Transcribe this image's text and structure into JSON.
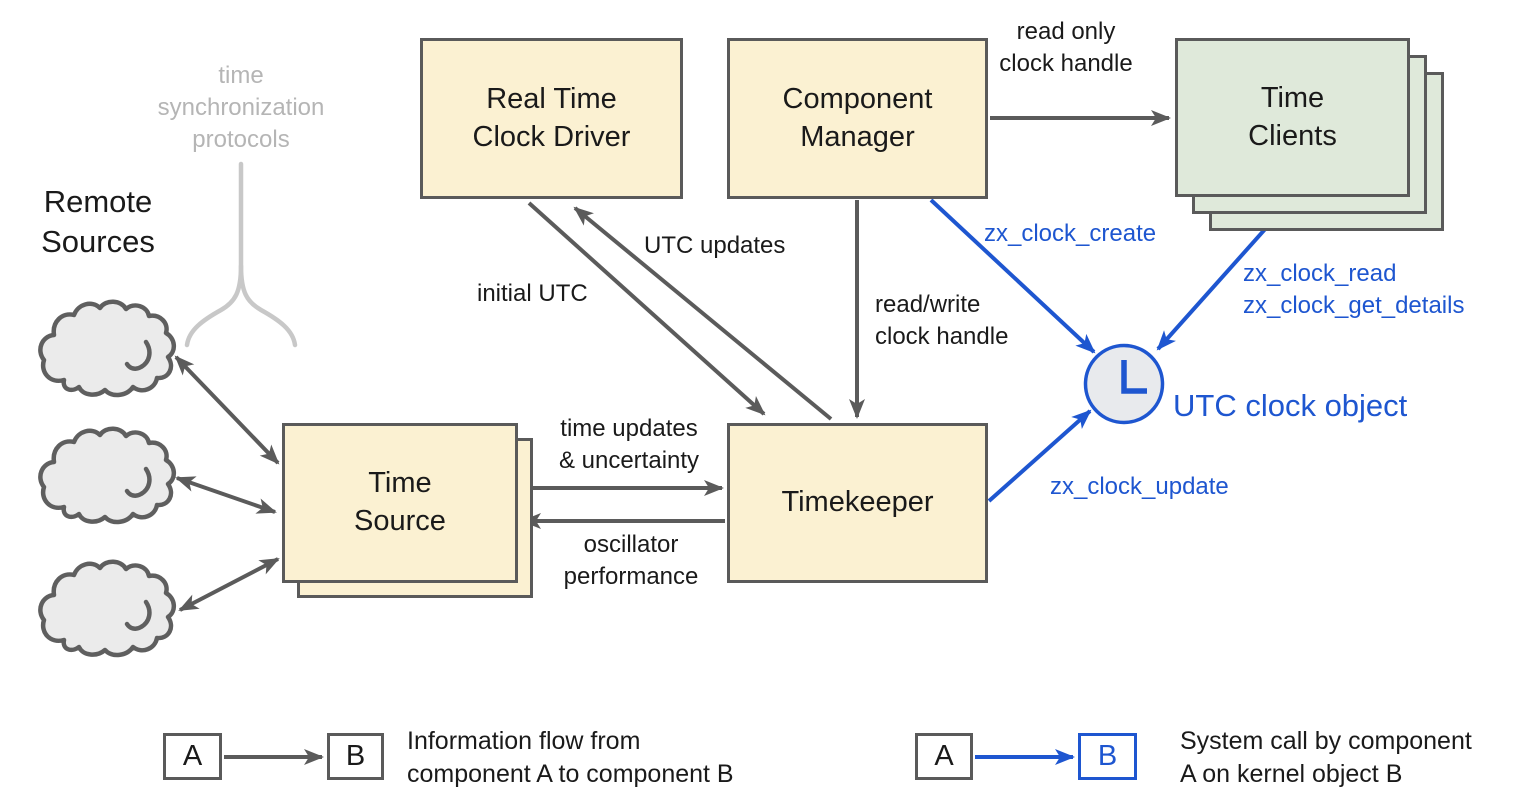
{
  "title": "Fuchsia UTC time synchronization diagram",
  "colors": {
    "box_yellow": "#FBF1D2",
    "box_green": "#DFE9DA",
    "border_gray": "#5A5A5A",
    "arrow_gray": "#5B5B5B",
    "syscall_blue": "#1E56D0",
    "muted_gray": "#B5B5B5",
    "cloud_fill": "#EBEBEB",
    "clock_fill": "#E8EAED"
  },
  "nodes": {
    "protocols": {
      "label": "time\nsynchronization\nprotocols"
    },
    "remote_sources": {
      "label": "Remote\nSources"
    },
    "rtc_driver": {
      "label": "Real Time\nClock Driver"
    },
    "component_manager": {
      "label": "Component\nManager"
    },
    "time_clients": {
      "label": "Time\nClients"
    },
    "time_source": {
      "label": "Time\nSource"
    },
    "timekeeper": {
      "label": "Timekeeper"
    },
    "utc_clock": {
      "label": "UTC clock object",
      "icon": "clock-icon"
    }
  },
  "edge_labels": {
    "read_only": "read only\nclock handle",
    "utc_updates": "UTC updates",
    "initial_utc": "initial UTC",
    "read_write": "read/write\nclock handle",
    "time_updates": "time updates\n& uncertainty",
    "oscillator": "oscillator\nperformance",
    "zx_clock_create": "zx_clock_create",
    "zx_clock_read_details": "zx_clock_read\nzx_clock_get_details",
    "zx_clock_update": "zx_clock_update"
  },
  "legend": {
    "info_flow": {
      "a": "A",
      "b": "B",
      "text": "Information flow from\ncomponent A to component B"
    },
    "syscall": {
      "a": "A",
      "b": "B",
      "text": "System call by component\nA on kernel object B"
    }
  }
}
